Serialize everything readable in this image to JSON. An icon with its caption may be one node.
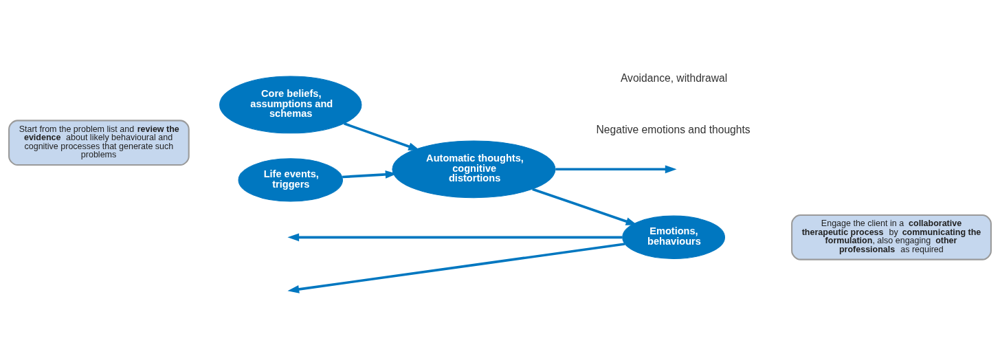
{
  "diagram": {
    "nodes": [
      {
        "text": [
          "Start from the problem list and **review the evidence** about likely behavioural and cognitive processes that generate such problems"
        ]
      },
      {
        "text": [
          "Core beliefs, assumptions and schemas"
        ]
      },
      {
        "text": [
          "Life events, triggers"
        ]
      },
      {
        "text": [
          "Automatic thoughts, cognitive distortions"
        ]
      },
      {
        "text": [
          "Emotions, behaviours"
        ]
      },
      {
        "text": [
          "Engage the client in a **collaborative therapeutic process** by **communicating the formulation**, also engaging **other professionals** as required"
        ]
      }
    ],
    "edges": [
      {
        "from": 1,
        "to": 3,
        "arrow": "to"
      },
      {
        "from": 2,
        "to": 3,
        "arrow": "to"
      },
      {
        "from": 3,
        "to": 4,
        "arrow": "to"
      },
      {
        "from": 3,
        "to": null,
        "arrow": "to"
      },
      {
        "from": 4,
        "to": null,
        "arrow": "to"
      },
      {
        "from": 4,
        "to": null,
        "arrow": "to"
      }
    ],
    "labels": [
      "Negative emotions and thoughts",
      "Avoidance, withdrawal"
    ]
  }
}
